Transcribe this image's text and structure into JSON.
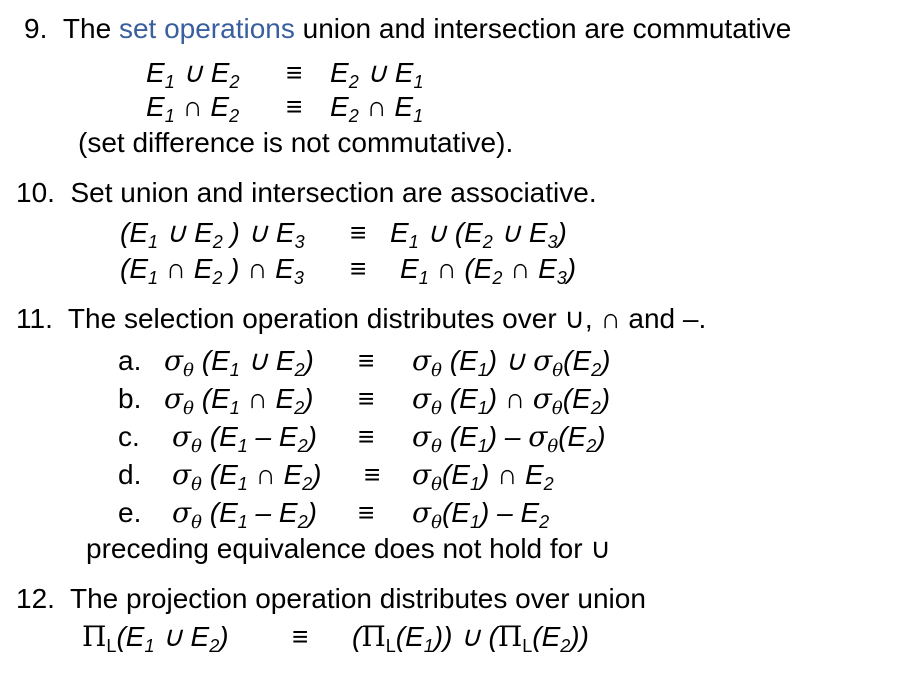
{
  "items": [
    {
      "number": "9.",
      "pre": "The ",
      "link": "set operations",
      "post": " union and intersection are commutative",
      "eq1": {
        "lhs": "E1 ∪ E2",
        "op": "≡",
        "rhs": "E2 ∪ E1"
      },
      "eq2": {
        "lhs": "E1 ∩ E2",
        "op": "≡",
        "rhs": "E2 ∩ E1"
      },
      "note": "(set difference is not commutative)."
    },
    {
      "number": "10.",
      "text": "Set union and intersection are associative.",
      "eq1": {
        "lhs": "(E1 ∪ E2 ) ∪ E3",
        "op": "≡",
        "rhs": "E1 ∪ (E2 ∪ E3)"
      },
      "eq2": {
        "lhs": "(E1 ∩ E2 ) ∩ E3",
        "op": "≡",
        "rhs": "E1 ∩ (E2 ∩ E3)"
      }
    },
    {
      "number": "11.",
      "text": "The selection operation distributes over ∪, ∩ and –.",
      "subitems": [
        {
          "label": "a.",
          "lhs": "σθ (E1 ∪ E2)",
          "op": "≡",
          "rhs": "σθ (E1) ∪ σθ(E2)"
        },
        {
          "label": "b.",
          "lhs": "σθ (E1 ∩ E2)",
          "op": "≡",
          "rhs": "σθ (E1) ∩ σθ(E2)"
        },
        {
          "label": "c.",
          "lhs": "σθ (E1 – E2)",
          "op": "≡",
          "rhs": "σθ (E1) – σθ(E2)"
        },
        {
          "label": "d.",
          "lhs": "σθ (E1 ∩ E2)",
          "op": "≡",
          "rhs": "σθ(E1) ∩ E2"
        },
        {
          "label": "e.",
          "lhs": "σθ (E1 – E2)",
          "op": "≡",
          "rhs": "σθ(E1) – E2"
        }
      ],
      "note": "preceding equivalence does not hold for ∪"
    },
    {
      "number": "12.",
      "text": "The projection operation distributes over union",
      "eq1": {
        "lhs": "ΠL(E1 ∪ E2)",
        "op": "≡",
        "rhs": "(ΠL(E1)) ∪ (ΠL(E2))"
      }
    }
  ],
  "colors": {
    "link": "#3a5f9f",
    "text": "#000000",
    "background": "#ffffff"
  }
}
